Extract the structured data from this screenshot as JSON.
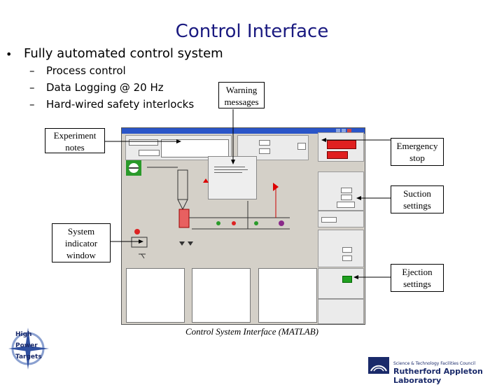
{
  "slide": {
    "title": "Control Interface",
    "bullet": "Fully automated control system",
    "sub_bullets": [
      "Process control",
      "Data Logging @ 20 Hz",
      "Hard-wired safety interlocks"
    ],
    "dash": "–"
  },
  "callouts": {
    "warning": "Warning messages",
    "experiment": "Experiment notes",
    "emergency": "Emergency stop",
    "suction": "Suction settings",
    "system": "System indicator window",
    "ejection": "Ejection settings"
  },
  "caption": "Control System Interface (MATLAB)",
  "logos": {
    "hpt": [
      "High",
      "Power",
      "Targets"
    ],
    "ral_line1": "Science & Technology Facilities Council",
    "ral_line2": "Rutherford Appleton Laboratory"
  },
  "colors": {
    "title": "#1a1a80",
    "window_title": "#2a55c8",
    "stop_button": "#e02020",
    "ok_button": "#20a020"
  }
}
